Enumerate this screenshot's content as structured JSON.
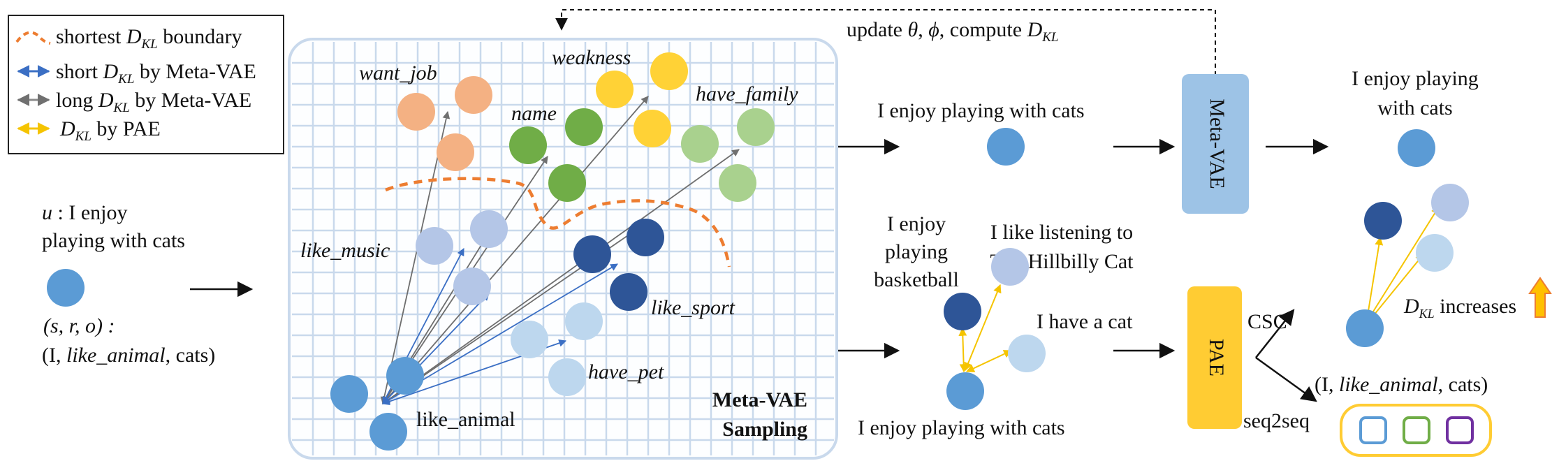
{
  "legend": {
    "items": [
      {
        "pre": "shortest ",
        "math": "D",
        "sub": "KL",
        "post": " boundary",
        "icon": "orange-dashed-curve"
      },
      {
        "pre": "short ",
        "math": "D",
        "sub": "KL",
        "post": " by Meta-VAE",
        "icon": "blue-double-arrow"
      },
      {
        "pre": "long ",
        "math": "D",
        "sub": "KL",
        "post": " by Meta-VAE",
        "icon": "gray-double-arrow"
      },
      {
        "pre": "",
        "math": "D",
        "sub": "KL",
        "post": " by PAE",
        "icon": "yellow-double-arrow"
      }
    ]
  },
  "input": {
    "u_var": "u",
    "u_rest": " : I enjoy",
    "u_line2": "playing with cats",
    "triple_vars": "(s, r, o) :",
    "triple_open": "(I, ",
    "triple_rel": "like_animal",
    "triple_close": ", cats)"
  },
  "sampling": {
    "title_line1": "Meta-VAE",
    "title_line2": "Sampling",
    "clusters": [
      "want_job",
      "weakness",
      "name",
      "have_family",
      "like_music",
      "like_sport",
      "have_pet",
      "like_animal"
    ]
  },
  "top_path": {
    "update_pre": "update ",
    "update_theta": "θ",
    "update_comma": ", ",
    "update_phi": "ϕ",
    "update_mid": ", compute ",
    "update_D": "D",
    "update_sub": "KL",
    "sentence": "I enjoy playing with cats",
    "model": "Meta-VAE",
    "output_line1": "I enjoy playing",
    "output_line2": "with cats"
  },
  "bottom_path": {
    "s_basketball": [
      "I enjoy",
      "playing",
      "basketball"
    ],
    "s_hillbilly": [
      "I like listening to",
      "The Hillbilly Cat"
    ],
    "s_cat": "I have a cat",
    "s_bottom": "I enjoy playing with cats",
    "model": "PAE",
    "csc": "CSC",
    "seq2seq": "seq2seq",
    "triple_open": "(I, ",
    "triple_rel": "like_animal",
    "triple_close": ", cats)",
    "dkl_D": "D",
    "dkl_sub": "KL",
    "dkl_text": " increases"
  },
  "colors": {
    "mid_blue": "#5b9bd5",
    "dark_blue": "#2e5597",
    "light_blue": "#b4c6e7",
    "pale_blue": "#bdd7ee",
    "orange_peach": "#f4b183",
    "yellow": "#ffd236",
    "green": "#70ad47",
    "light_green": "#a9d18e",
    "grid": "#c9d9ec",
    "orange_dash": "#ed7d31",
    "pae_box": "#ffcc33",
    "meta_box": "#9dc3e6"
  }
}
